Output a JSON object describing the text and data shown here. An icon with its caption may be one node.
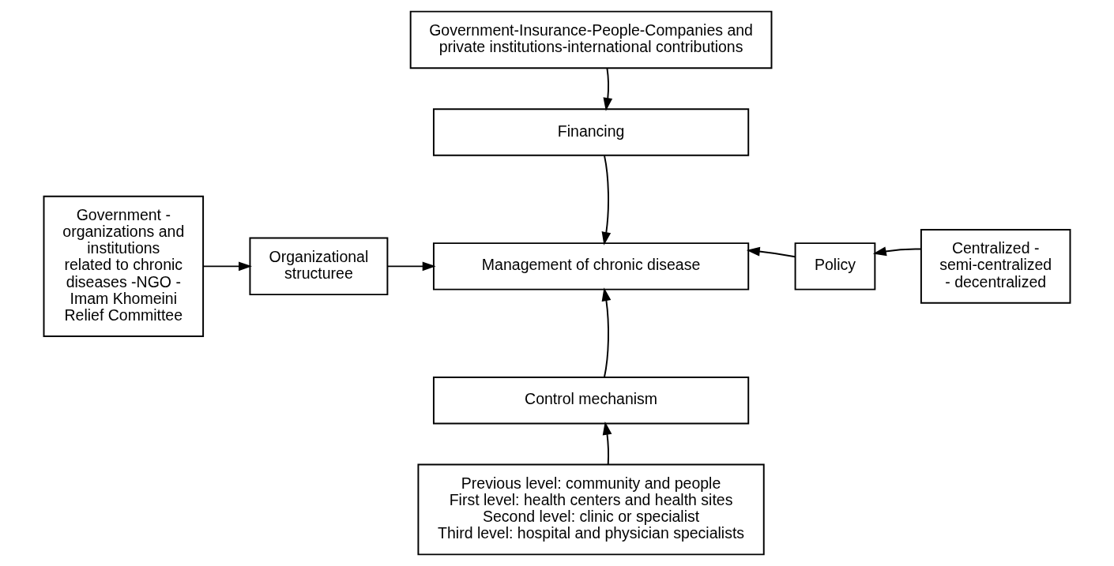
{
  "diagram": {
    "nodes": [
      {
        "text": [
          "Government-Insurance-People-Companies and private institutions-international contributions"
        ]
      },
      {
        "text": [
          "Financing"
        ]
      },
      {
        "text": [
          "Government - organizations and institutions related to chronic diseases -NGO - Imam Khomeini Relief Committee"
        ]
      },
      {
        "text": [
          "Organizational structuree"
        ]
      },
      {
        "text": [
          "Management of chronic disease"
        ]
      },
      {
        "text": [
          "Policy"
        ]
      },
      {
        "text": [
          "Centralized - semi-centralized - decentralized"
        ]
      },
      {
        "text": [
          "Control mechanism"
        ]
      },
      {
        "text": [
          "Previous level: community and people",
          "First level: health centers and health sites",
          "Second level: clinic or specialist",
          "Third level: hospital and physician specialists"
        ]
      }
    ],
    "edges": [
      {
        "from": 0,
        "to": 1,
        "arrow": "to"
      },
      {
        "from": 1,
        "to": 4,
        "arrow": "to"
      },
      {
        "from": 2,
        "to": 3,
        "arrow": "to"
      },
      {
        "from": 3,
        "to": 4,
        "arrow": "to"
      },
      {
        "from": 6,
        "to": 5,
        "arrow": "to"
      },
      {
        "from": 5,
        "to": 4,
        "arrow": "to"
      },
      {
        "from": 8,
        "to": 7,
        "arrow": "to"
      },
      {
        "from": 7,
        "to": 4,
        "arrow": "to"
      }
    ]
  }
}
